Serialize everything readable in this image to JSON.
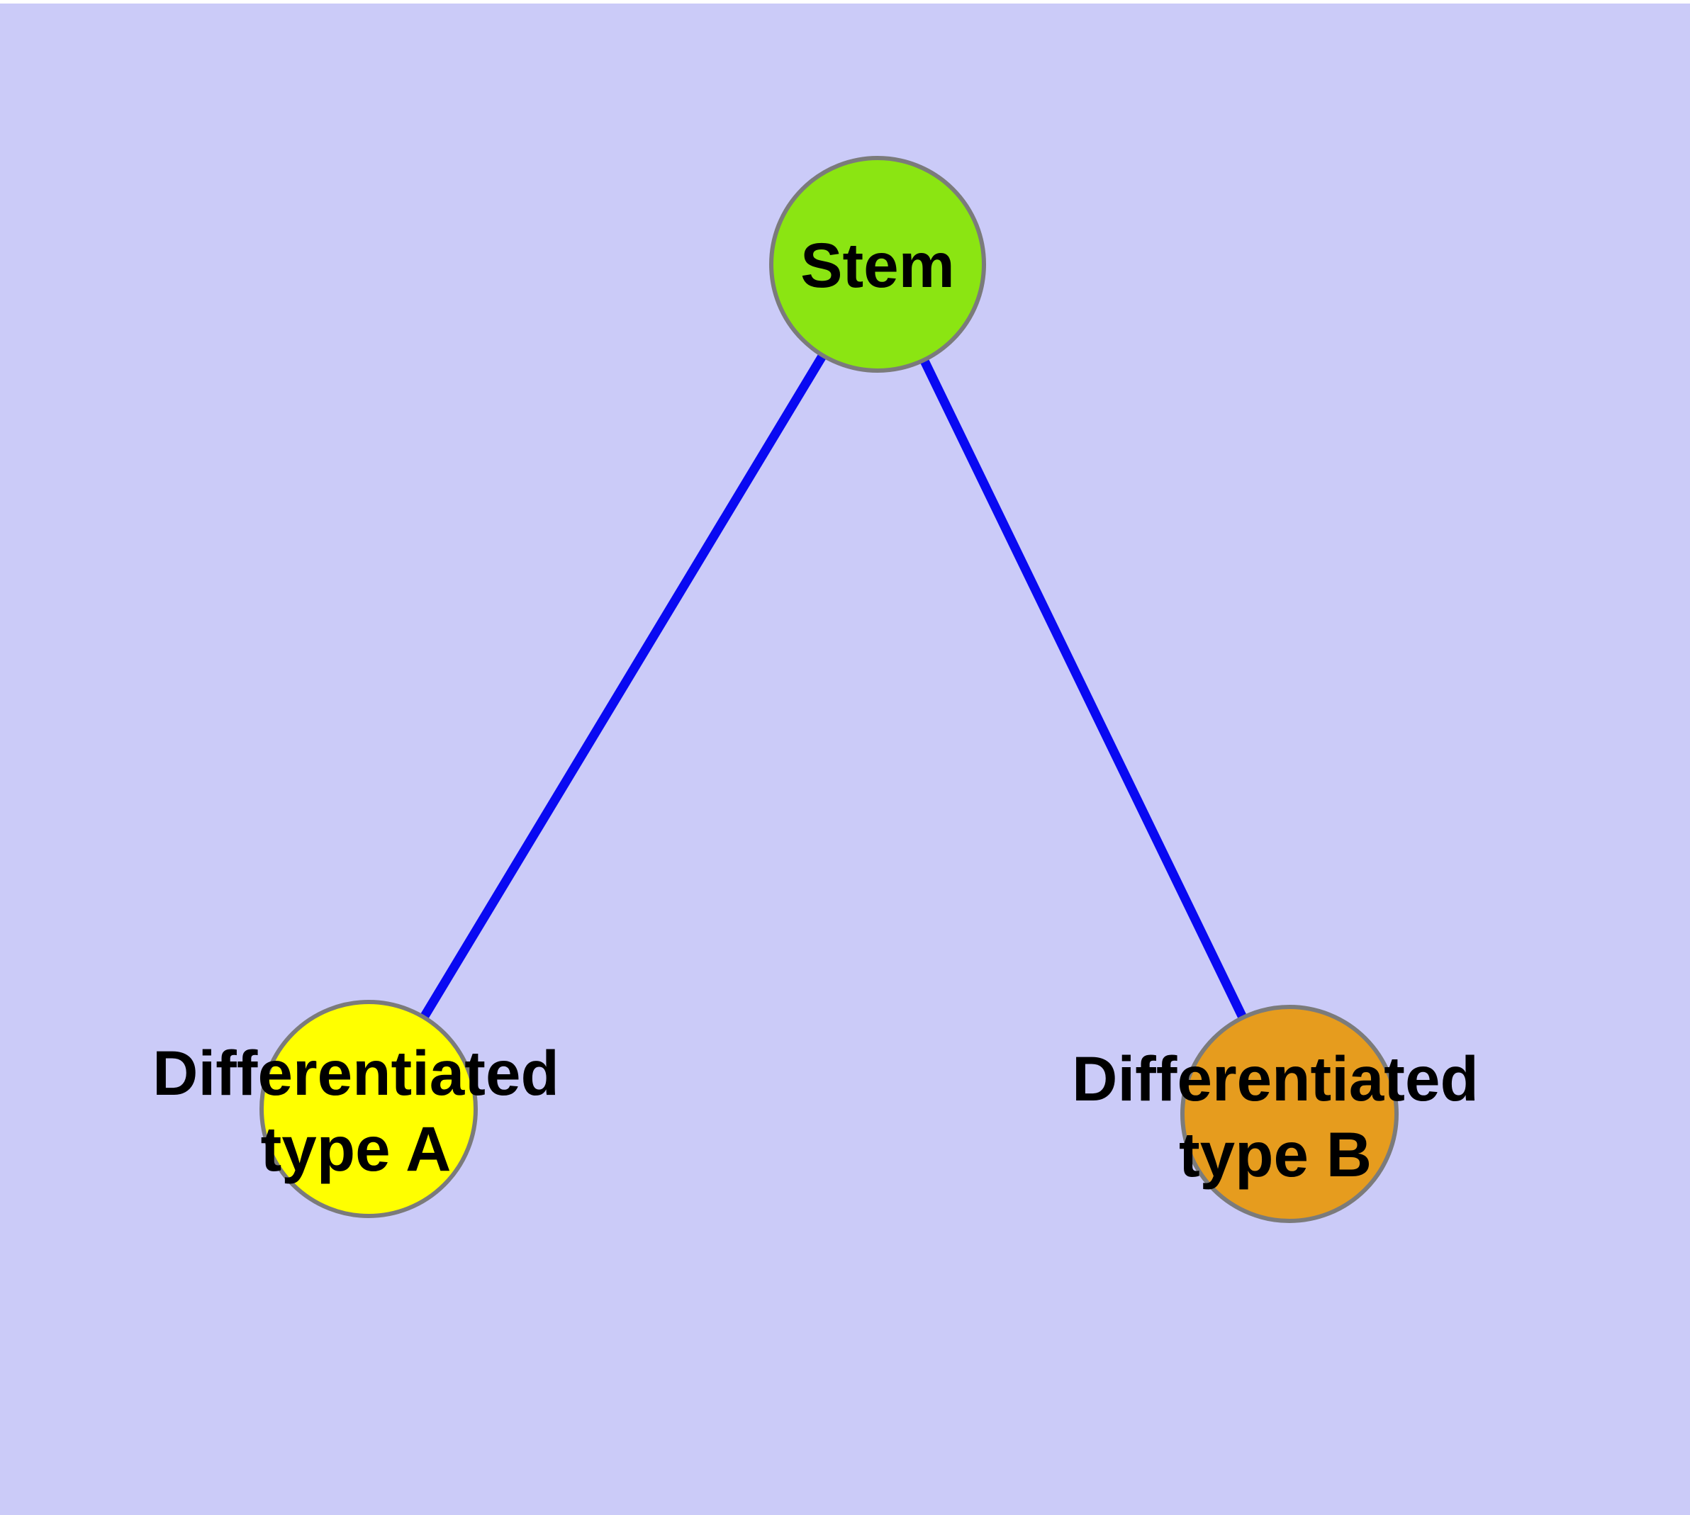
{
  "diagram": {
    "type": "graph",
    "description": "Stem cell differentiation diagram with one parent node and two differentiated child nodes",
    "background_color": "#cbcbf8",
    "top_strip_color": "#ffffff",
    "edge_color": "#0909f2",
    "node_border_color": "#7b7b7b",
    "label_color": "#000000",
    "nodes": {
      "stem": {
        "label": "Stem",
        "fill": "#8be512"
      },
      "typeA": {
        "label_line1": "Differentiated",
        "label_line2": "type A",
        "fill": "#ffff00"
      },
      "typeB": {
        "label_line1": "Differentiated",
        "label_line2": "type B",
        "fill": "#e69c1e"
      }
    },
    "edges": [
      {
        "from": "Stem",
        "to": "Differentiated type A"
      },
      {
        "from": "Stem",
        "to": "Differentiated type B"
      }
    ]
  }
}
